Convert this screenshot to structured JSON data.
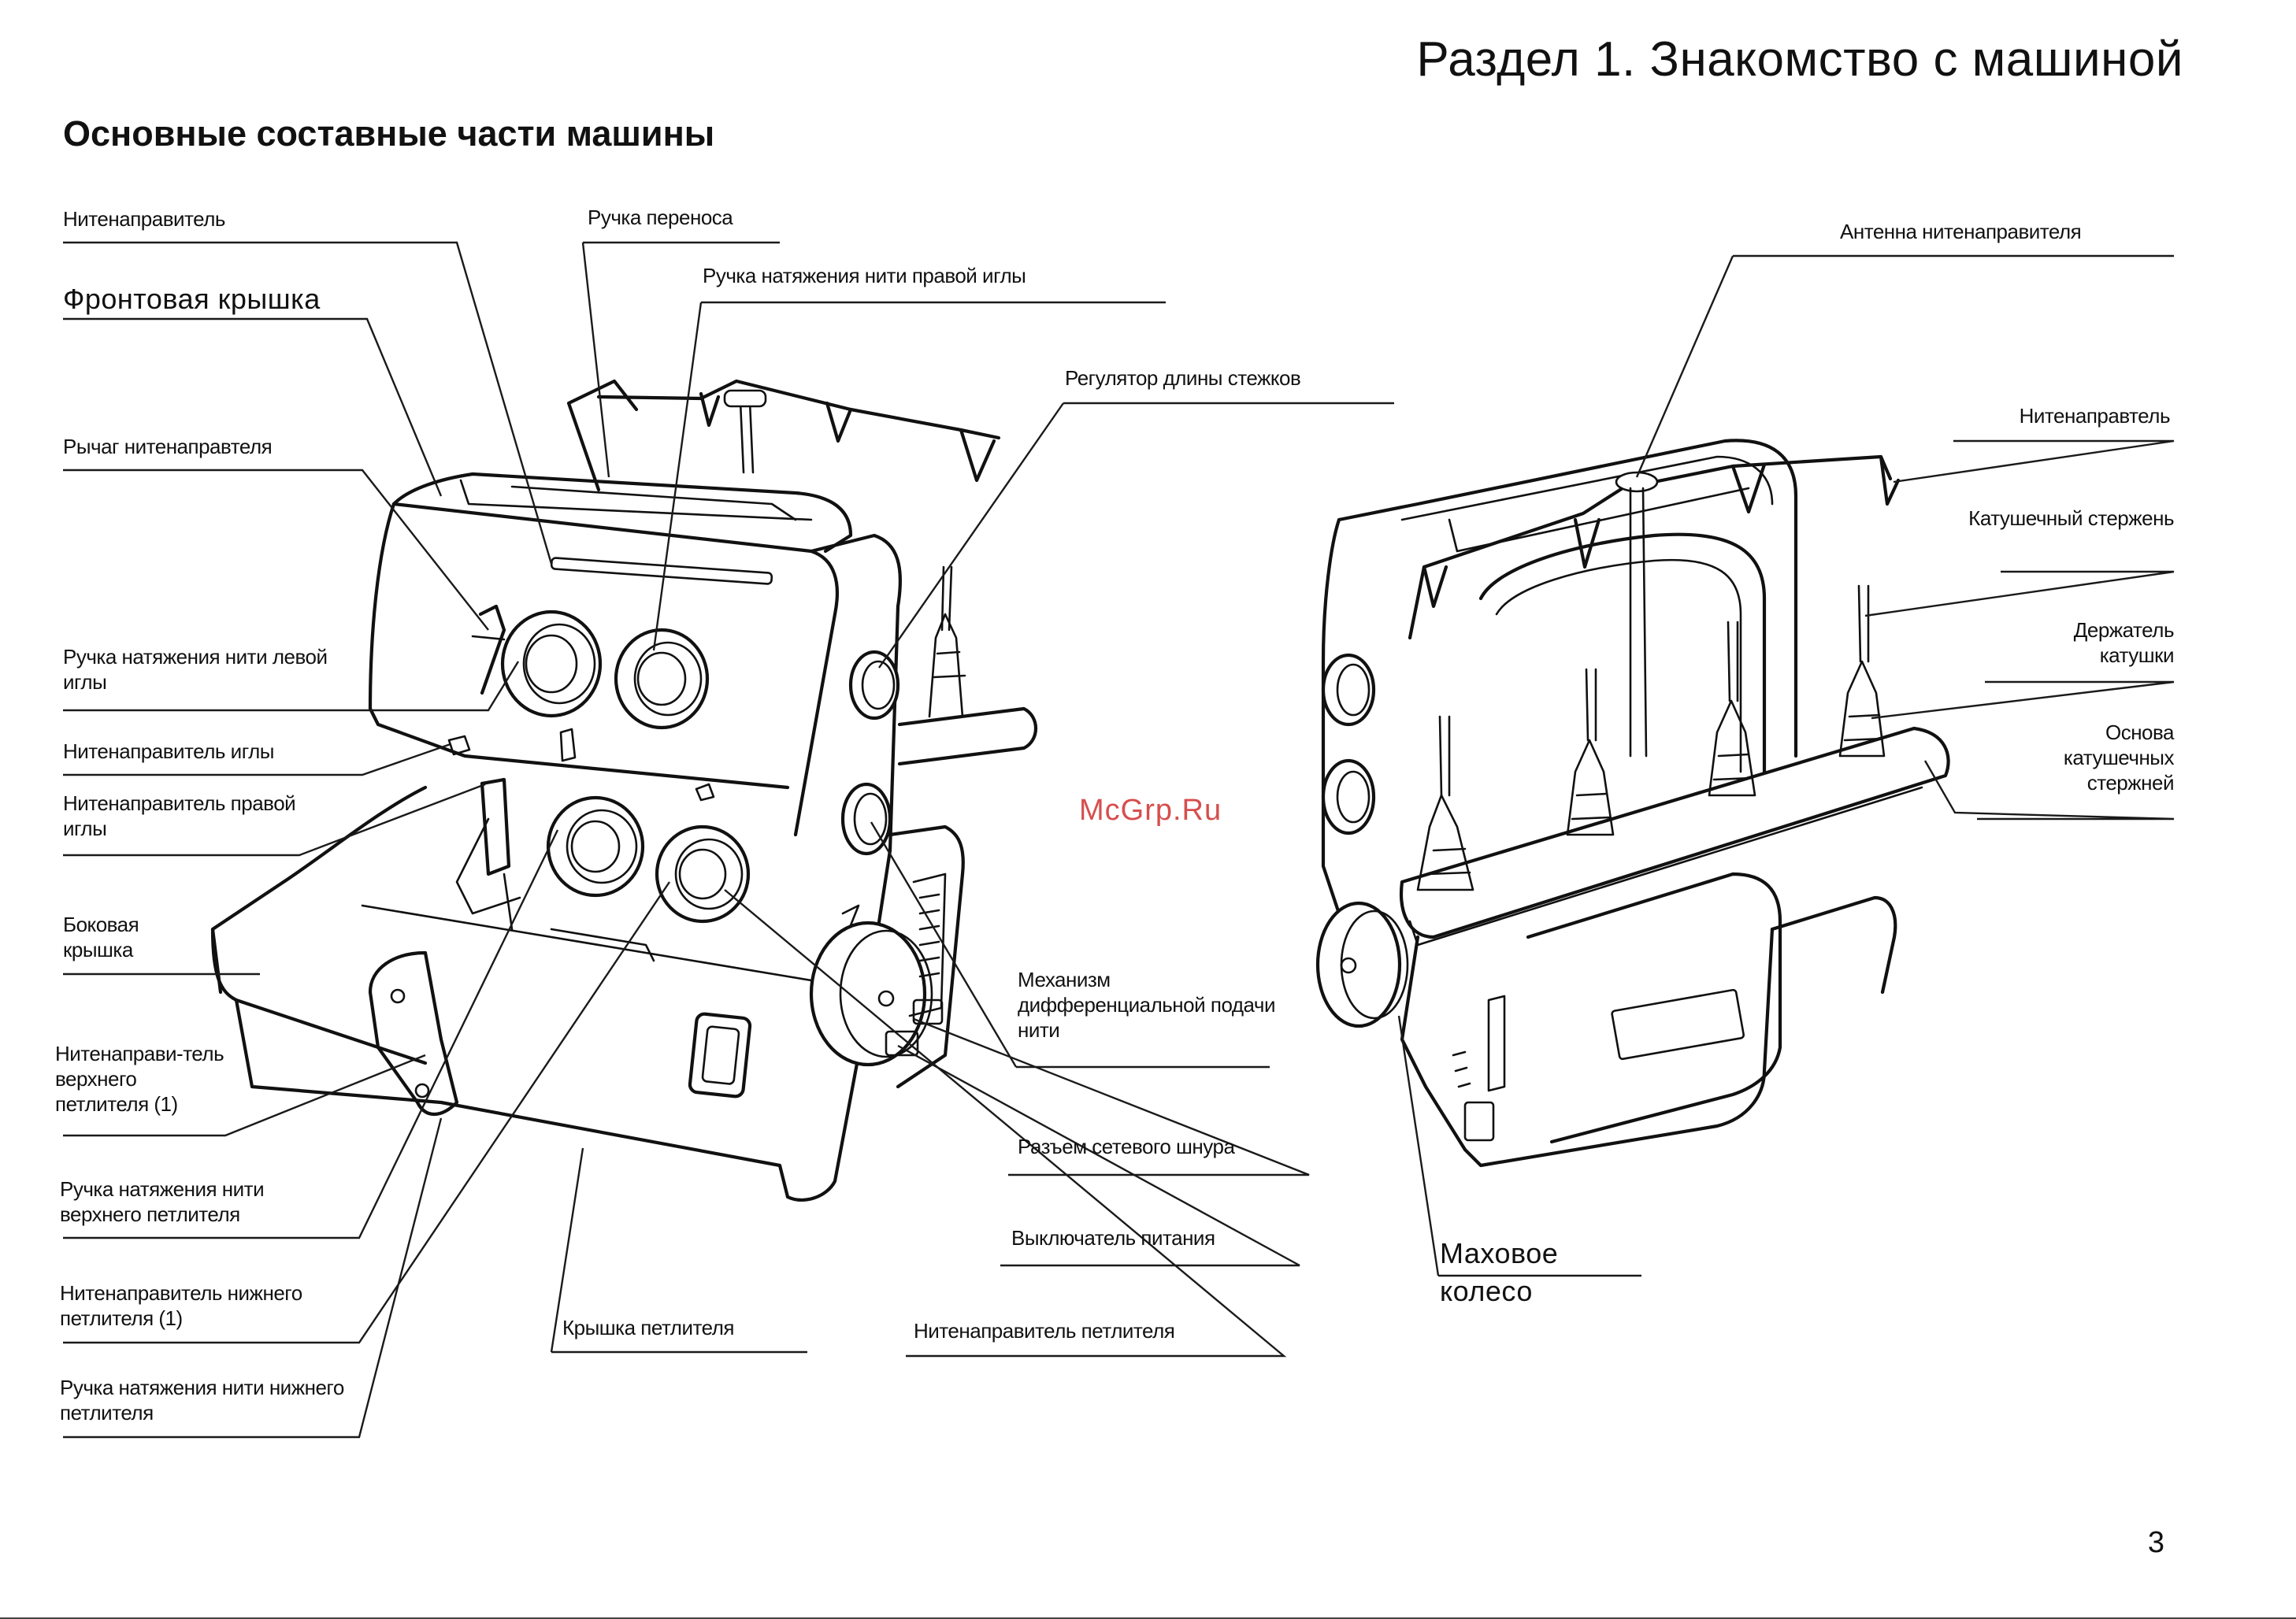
{
  "header": {
    "page_title": "Раздел 1. Знакомство с машиной",
    "section_title": "Основные составные части машины"
  },
  "watermark": "McGrp.Ru",
  "page_number": "3",
  "labels": {
    "thread_guide_top": "Нитенаправитель",
    "front_cover": "Фронтовая крышка",
    "thread_guide_lever": "Рычаг нитенаправтеля",
    "left_needle_tension": "Ручка натяжения нити левой\nиглы",
    "needle_thread_guide": "Нитенаправитель иглы",
    "right_needle_guide": "Нитенаправитель правой\nиглы",
    "side_cover": "Боковая\nкрышка",
    "upper_looper_guide": "Нитенаправи-тель\nверхнего\nпетлителя (1)",
    "upper_looper_tension": "Ручка натяжения нити\nверхнего петлителя",
    "lower_looper_guide": "Нитенаправитель нижнего\nпетлителя (1)",
    "lower_looper_tension": "Ручка натяжения нити нижнего\nпетлителя",
    "carry_handle": "Ручка переноса",
    "right_needle_tension": "Ручка натяжения нити правой иглы",
    "stitch_length": "Регулятор длины стежков",
    "differential_feed": "Механизм\nдифференциальной подачи\nнити",
    "power_socket": "Разъем сетевого шнура",
    "power_switch": "Выключатель питания",
    "looper_cover": "Крышка петлителя",
    "looper_guide": "Нитенаправитель петлителя",
    "antenna_guide": "Антенна нитенаправителя",
    "thread_guide_right": "Нитенаправтель",
    "spool_pin": "Катушечный стержень",
    "spool_holder": "Держатель\nкатушки",
    "spool_base": "Основа\nкатушечных\nстержней",
    "handwheel": "Маховое\nколесо"
  }
}
